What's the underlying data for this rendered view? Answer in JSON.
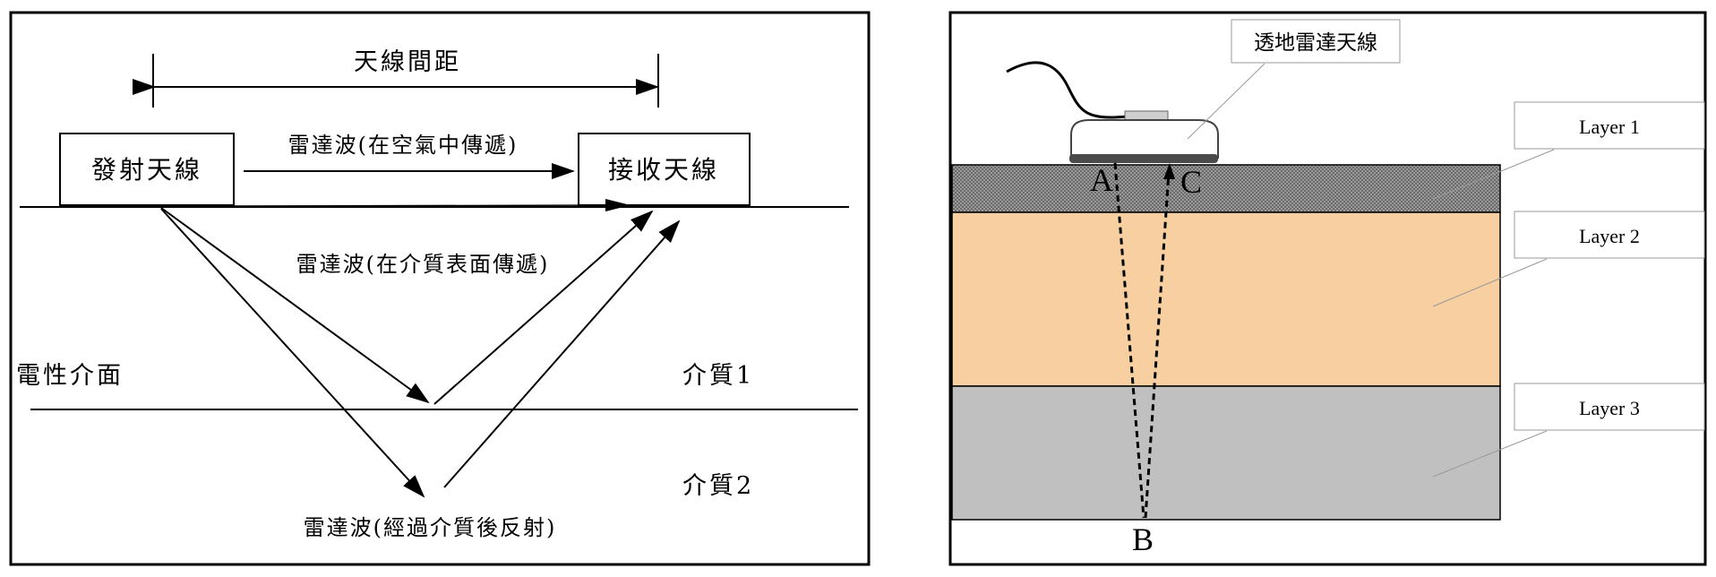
{
  "left_diagram": {
    "antenna_spacing_label": "天線間距",
    "transmit_antenna_label": "發射天線",
    "receive_antenna_label": "接收天線",
    "air_wave_label": "雷達波(在空氣中傳遞)",
    "surface_wave_label": "雷達波(在介質表面傳遞)",
    "interface_label": "電性介面",
    "medium1_label": "介質1",
    "medium2_label": "介質2",
    "reflected_wave_label": "雷達波(經過介質後反射)"
  },
  "right_diagram": {
    "antenna_label": "透地雷達天線",
    "layer1_label": "Layer 1",
    "layer2_label": "Layer 2",
    "layer3_label": "Layer 3",
    "point_a": "A",
    "point_b": "B",
    "point_c": "C",
    "colors": {
      "layer1": "#8a8a8a",
      "layer2": "#f7cfa0",
      "layer3": "#c0c0c0",
      "antenna_base": "#4a4a4a"
    }
  }
}
